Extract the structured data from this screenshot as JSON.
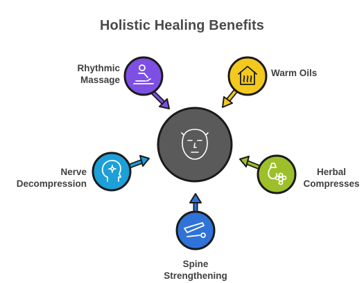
{
  "title": "Holistic Healing Benefits",
  "center": {
    "icon": "face-icon",
    "color": "#5a5a5a"
  },
  "benefits": [
    {
      "id": "rhythmic-massage",
      "line1": "Rhythmic",
      "line2": "Massage",
      "icon": "massage-icon",
      "color": "#7d4fe2"
    },
    {
      "id": "warm-oils",
      "line1": "Warm Oils",
      "line2": "",
      "icon": "warm-oils-icon",
      "color": "#f3c91d"
    },
    {
      "id": "herbal-compresses",
      "line1": "Herbal",
      "line2": "Compresses",
      "icon": "herbal-compress-icon",
      "color": "#9dc02a"
    },
    {
      "id": "spine-strengthening",
      "line1": "Spine",
      "line2": "Strengthening",
      "icon": "spine-icon",
      "color": "#2f73d9"
    },
    {
      "id": "nerve-decompression",
      "line1": "Nerve",
      "line2": "Decompression",
      "icon": "nerve-head-icon",
      "color": "#1d9fd8"
    }
  ]
}
